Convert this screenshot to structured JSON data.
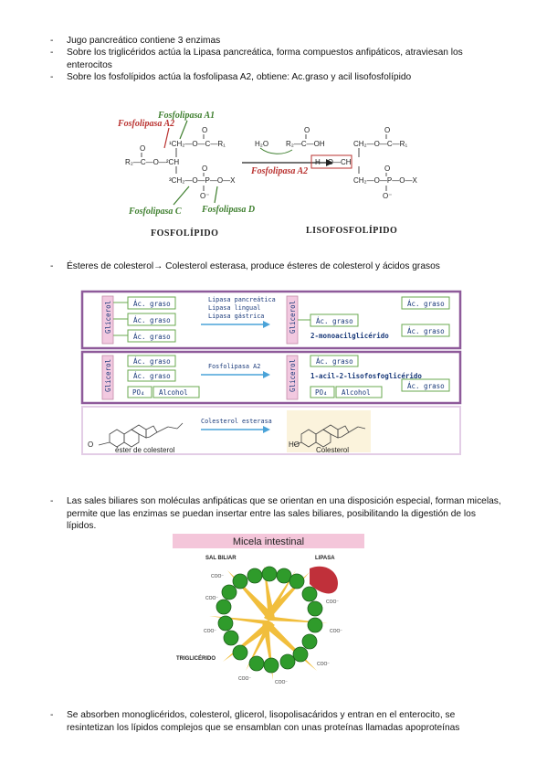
{
  "bullets": [
    {
      "dash": "-",
      "text": "Jugo pancreático contiene 3 enzimas"
    },
    {
      "dash": "-",
      "text": "Sobre los triglicéridos actúa la Lipasa pancreática, forma compuestos anfipáticos, atraviesan los enterocitos"
    },
    {
      "dash": "-",
      "text": "Sobre los fosfolípidos actúa la fosfolipasa A2, obtiene: Ac.graso y acil lisofosfolípido"
    },
    {
      "dash": "-",
      "text": "Ésteres de colesterol→ Colesterol esterasa, produce ésteres de colesterol y ácidos grasos"
    },
    {
      "dash": "-",
      "text": "Las sales biliares son moléculas anfipáticas que se orientan en una disposición especial, forman micelas, permite que las enzimas se puedan insertar entre las sales biliares, posibilitando la digestión de los lípidos."
    },
    {
      "dash": "-",
      "text": "Se absorben monoglicéridos, colesterol, glicerol, lisopolisacáridos y entran en el enterocito, se resintetizan los lípidos complejos que se ensamblan con unas proteínas llamadas apoproteínas"
    }
  ],
  "fig1": {
    "a1": "Fosfolipasa A1",
    "a2_left": "Fosfolipasa A2",
    "a2_arrow": "Fosfolipasa A2",
    "c": "Fosfolipasa C",
    "d": "Fosfolipasa D",
    "left_caption": "FOSFOLÍPIDO",
    "right_caption": "LISOFOSFOLÍPIDO",
    "h2o": "H₂O",
    "acid": "R₂—C—OH",
    "c1": "¹CH₂—O—C—R₁",
    "c2": "R₂—C—O—²CH",
    "c3": "³CH₂—O—P—O—X",
    "r1": "CH₂—O—C—R₁",
    "r2": "H—O—CH",
    "r3": "CH₂—O—P—O—X",
    "o_minus": "O⁻"
  },
  "fig2": {
    "glicerol": "Glicerol",
    "ac_graso": "Ác. graso",
    "po4": "PO₄",
    "alcohol": "Alcohol",
    "row1_enzymes": [
      "Lipasa pancreática",
      "Lipasa lingual",
      "Lipasa gástrica"
    ],
    "row1_product": "2-monoacilglicérido",
    "row2_enzyme": "Fosfolipasa A2",
    "row2_product": "1-acil-2-lisofosfoglicérido",
    "row3_enzyme": "Colesterol esterasa",
    "row3_left_caption": "éster de colesterol",
    "row3_right_caption": "Colesterol"
  },
  "fig3": {
    "title": "Micela intestinal",
    "sal_biliar": "SAL BILIAR",
    "lipasa": "LIPASA",
    "trigliceridos": "TRIGLICÉRIDO",
    "coo": "COO⁻"
  },
  "colors": {
    "enzyme_green": "#3e7f2e",
    "enzyme_red": "#b9312f",
    "panel_border": "#8e5a9a",
    "glicerol_pink": "#f2c9e0",
    "acid_box_border": "#6aa84f",
    "micelle_green": "#2f9b2b",
    "title_band": "#f4c6da"
  }
}
